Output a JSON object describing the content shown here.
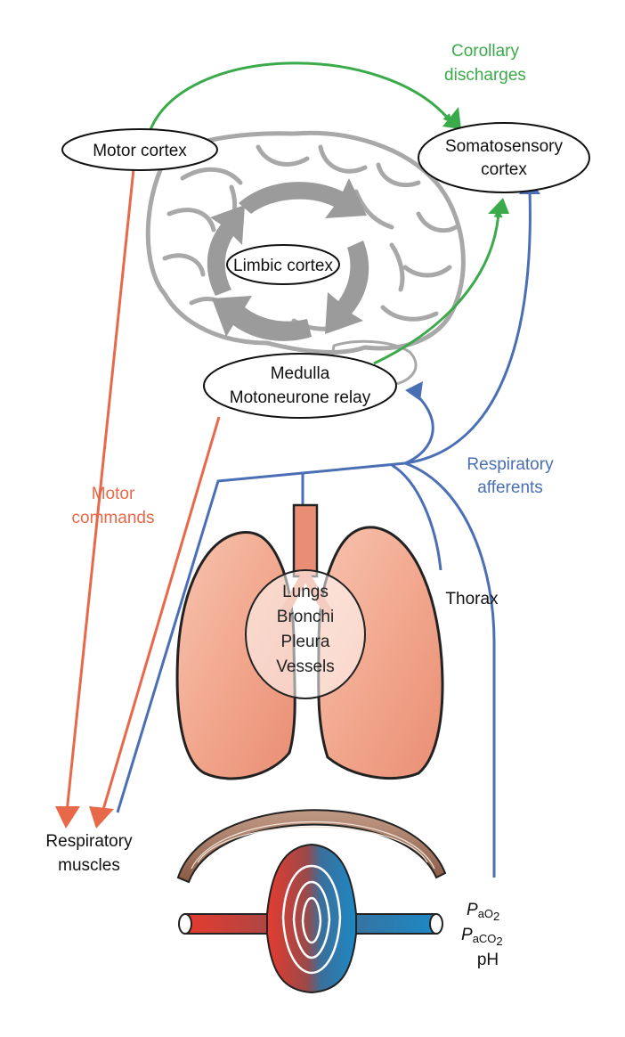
{
  "labels": {
    "motor_cortex": "Motor cortex",
    "somatosensory_line1": "Somatosensory",
    "somatosensory_line2": "cortex",
    "corollary_line1": "Corollary",
    "corollary_line2": "discharges",
    "limbic_cortex": "Limbic cortex",
    "medulla_line1": "Medulla",
    "medulla_line2": "Motoneurone relay",
    "respiratory_afferents_line1": "Respiratory",
    "respiratory_afferents_line2": "afferents",
    "motor_commands_line1": "Motor",
    "motor_commands_line2": "commands",
    "lungs_items": [
      "Lungs",
      "Bronchi",
      "Pleura",
      "Vessels"
    ],
    "thorax": "Thorax",
    "respiratory_muscles_line1": "Respiratory",
    "respiratory_muscles_line2": "muscles",
    "pao2_p": "P",
    "pao2_sub": "aO",
    "pao2_subnum": "2",
    "paco2_p": "P",
    "paco2_sub": "aCO",
    "paco2_subnum": "2",
    "ph": "pH"
  },
  "colors": {
    "green": "#3aaa4a",
    "blue": "#4a6fb5",
    "orange": "#e8694a",
    "brain_gray": "#a8a8a8",
    "lung_fill": "#f2a88e",
    "lung_outline": "#222222"
  }
}
